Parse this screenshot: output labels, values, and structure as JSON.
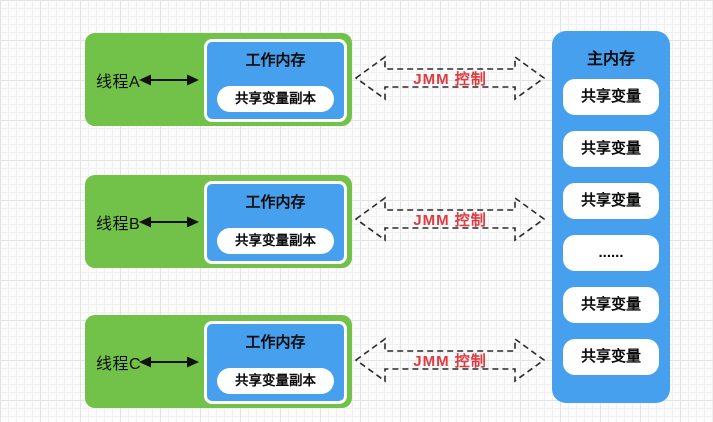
{
  "diagram": {
    "thread_labels": [
      "线程A",
      "线程B",
      "线程C"
    ],
    "working_memory_title": "工作内存",
    "shared_copy_label": "共享变量副本",
    "jmm_control_label": "JMM 控制",
    "main_memory": {
      "title": "主内存",
      "slots": [
        "共享变量",
        "共享变量",
        "共享变量",
        "......",
        "共享变量",
        "共享变量"
      ]
    },
    "icons": {
      "bidirectional_arrow": "solid black double-headed arrow",
      "jmm_arrow": "dashed outline hollow double arrow"
    },
    "colors": {
      "thread_green": "#72c148",
      "memory_blue": "#46a0ee",
      "jmm_red": "#e0393f",
      "arrow_black": "#111111",
      "grid_background": "#fcfcfc"
    }
  }
}
